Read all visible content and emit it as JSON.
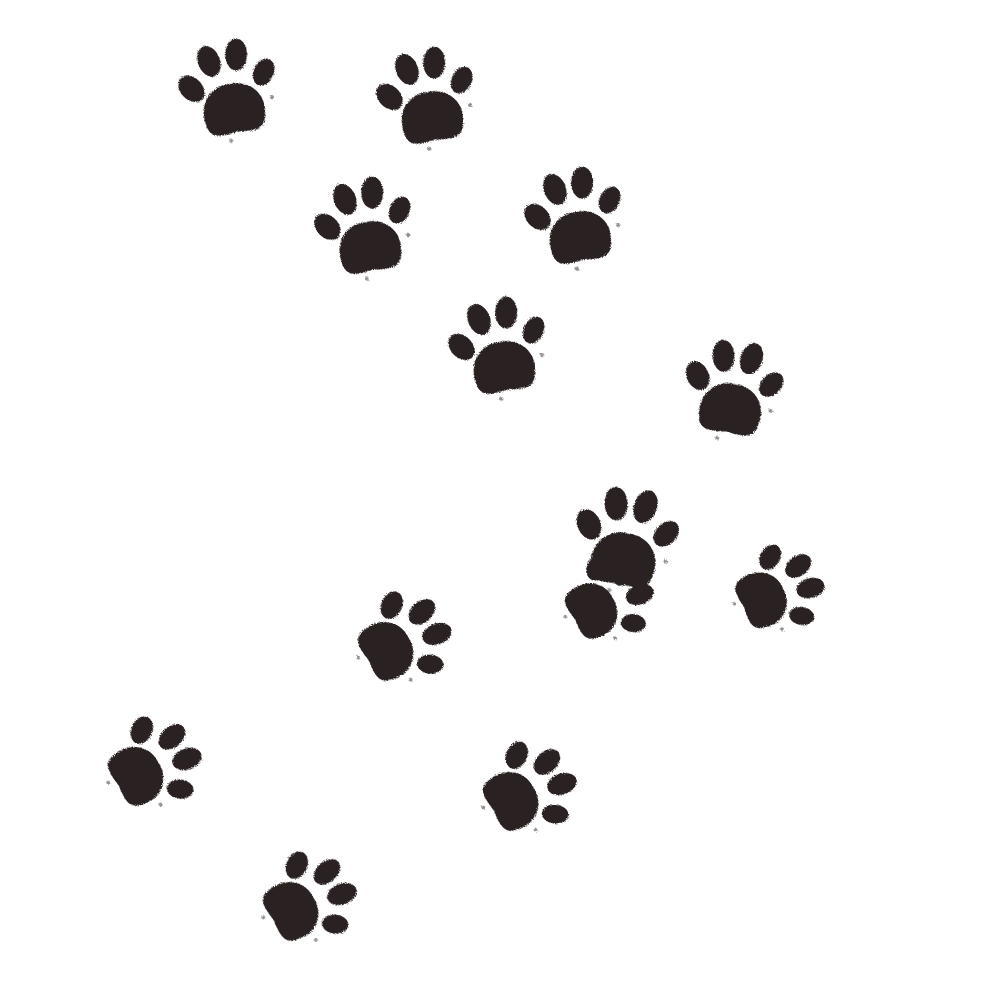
{
  "image": {
    "background_color": "#ffffff",
    "ink_color": "#2a2220",
    "subject": "paw-print-trail"
  },
  "trail": {
    "print_icon": "paw-print-icon",
    "prints": [
      {
        "id": "print-1"
      },
      {
        "id": "print-2"
      },
      {
        "id": "print-3"
      },
      {
        "id": "print-4"
      },
      {
        "id": "print-5"
      },
      {
        "id": "print-6"
      },
      {
        "id": "print-7"
      },
      {
        "id": "print-8"
      },
      {
        "id": "print-9"
      },
      {
        "id": "print-10"
      },
      {
        "id": "print-11"
      },
      {
        "id": "print-12"
      },
      {
        "id": "print-13"
      }
    ]
  }
}
